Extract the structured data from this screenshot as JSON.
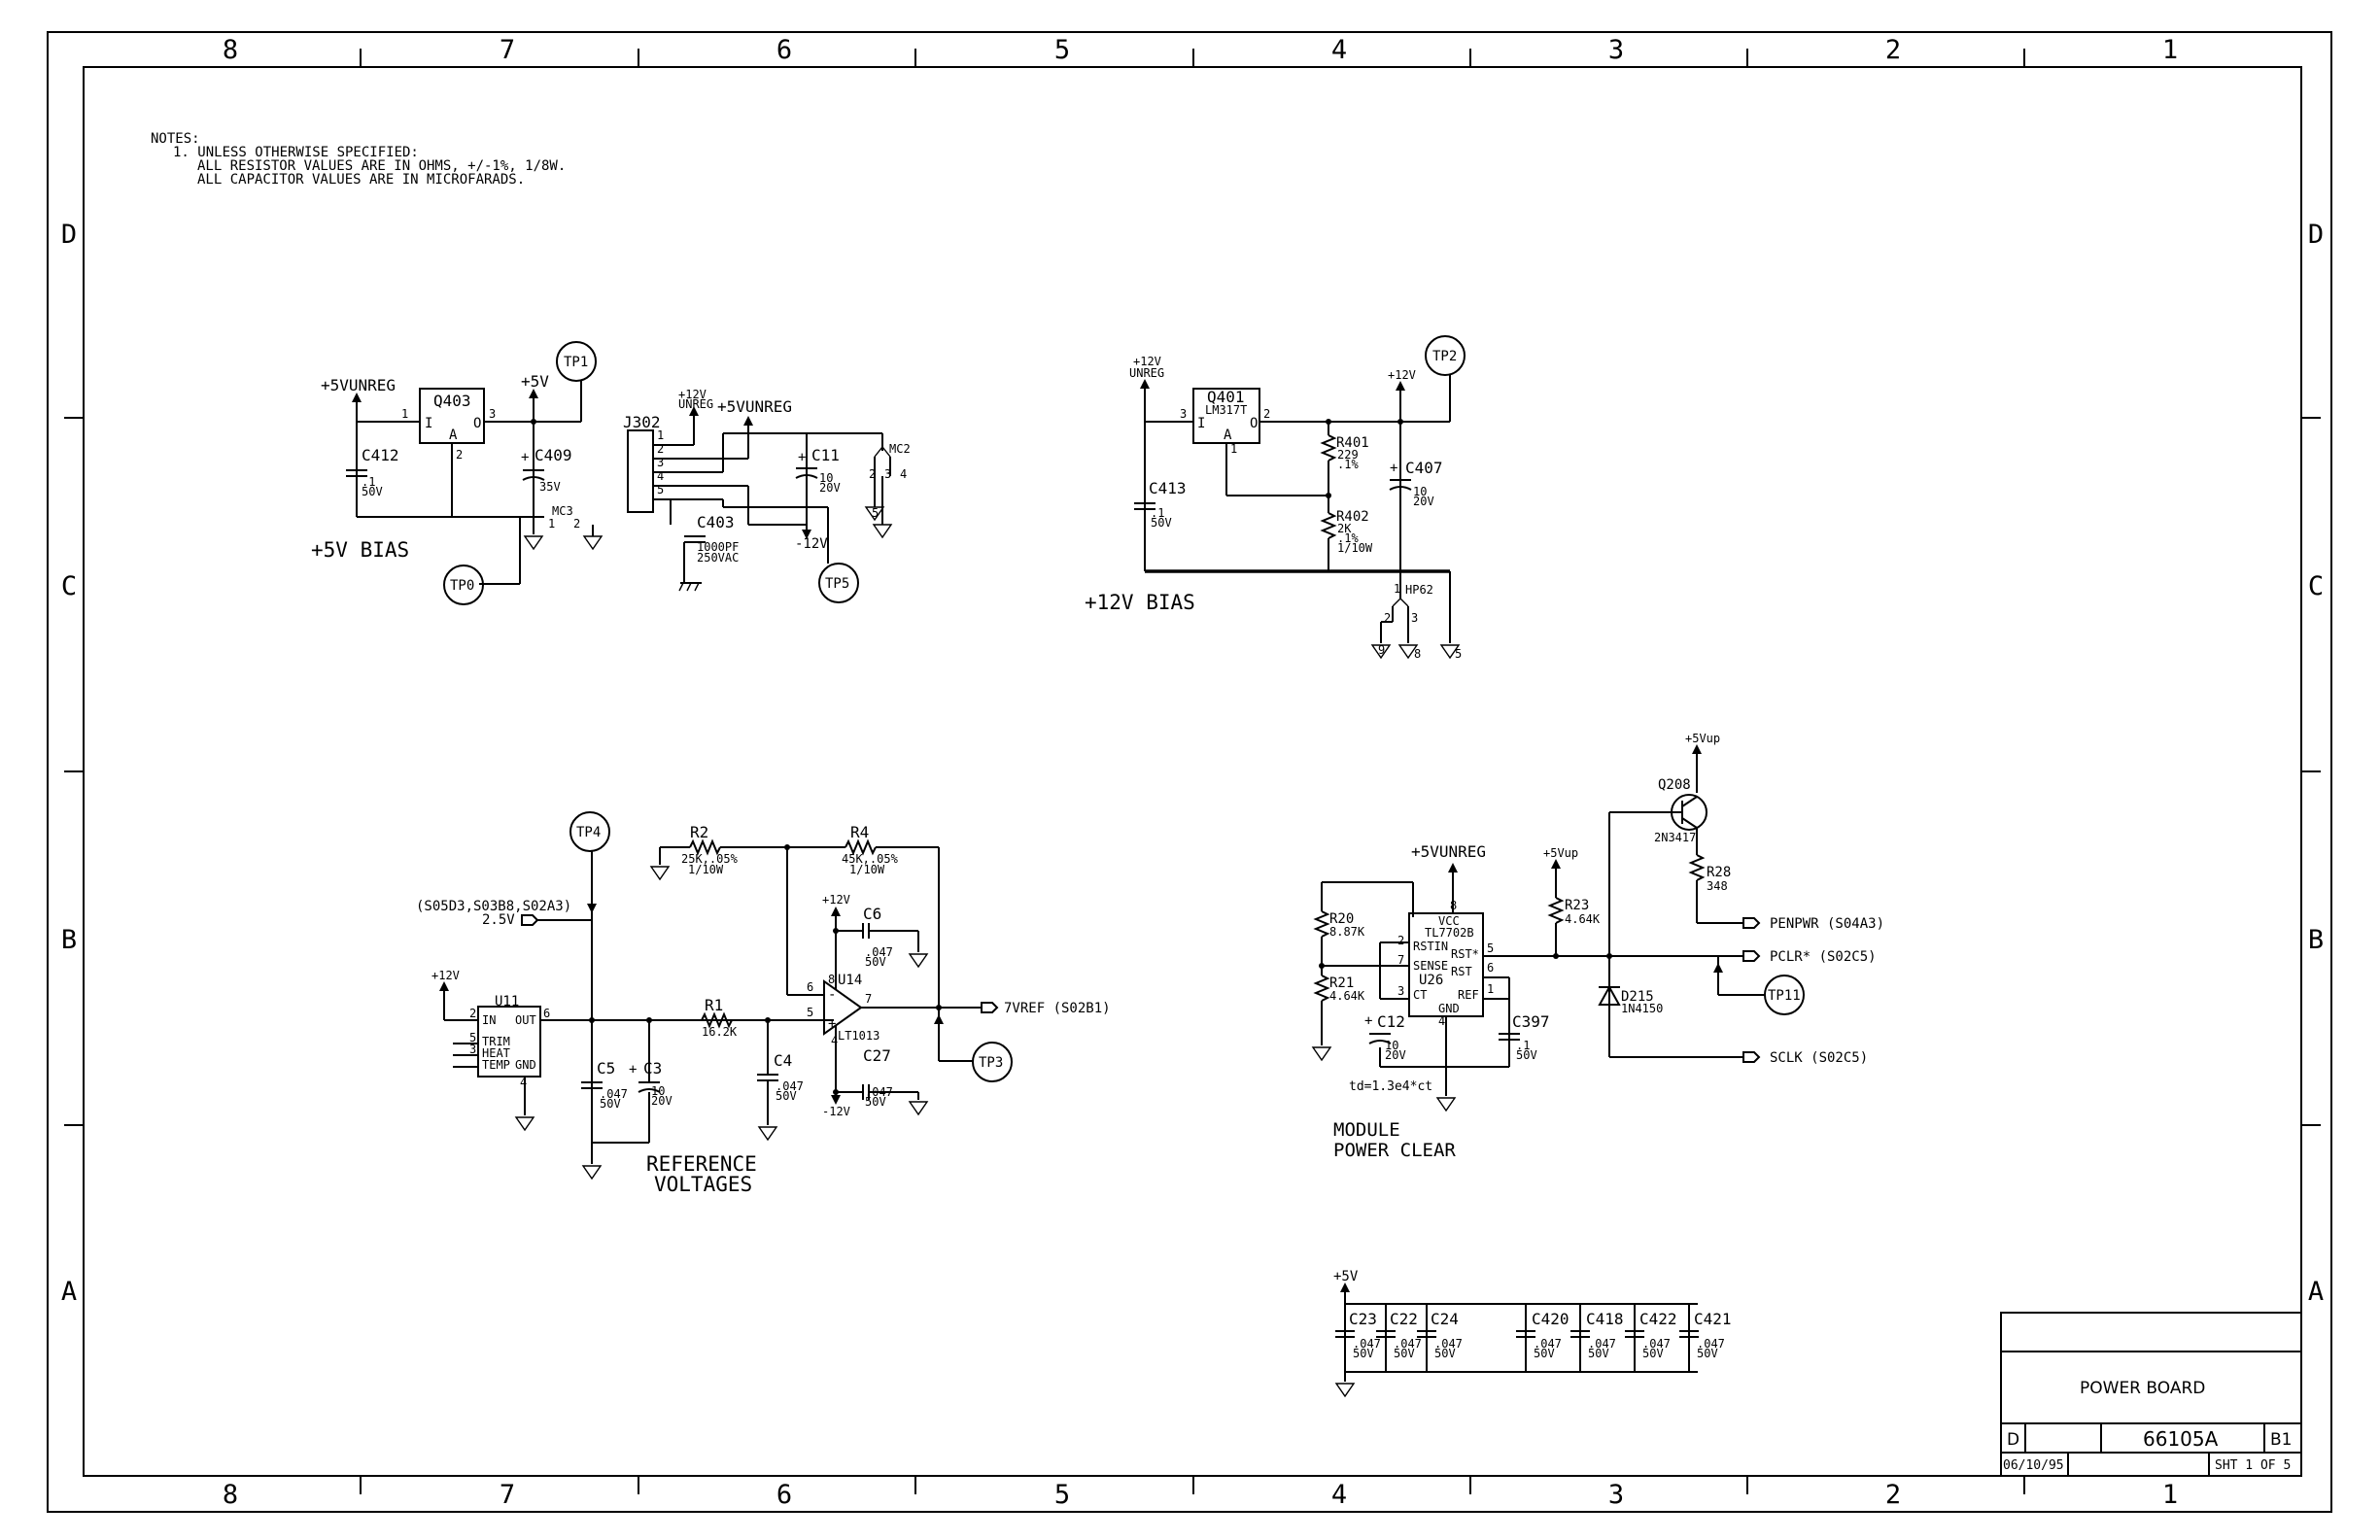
{
  "border": {
    "columns": [
      "8",
      "7",
      "6",
      "5",
      "4",
      "3",
      "2",
      "1"
    ],
    "rows": [
      "D",
      "C",
      "B",
      "A"
    ]
  },
  "notes": {
    "heading": "NOTES:",
    "line1": "1. UNLESS OTHERWISE SPECIFIED:",
    "line2": "ALL RESISTOR VALUES ARE IN OHMS, +/-1%, 1/8W.",
    "line3": "ALL CAPACITOR VALUES ARE IN MICROFARADS."
  },
  "bias5v": {
    "title": "+5V BIAS",
    "in_rail": "+5VUNREG",
    "out_rail": "+5V",
    "q403": "Q403",
    "q403_i": "I",
    "q403_o": "O",
    "q403_a": "A",
    "pin1": "1",
    "pin2": "2",
    "pin3": "3",
    "c412": "C412",
    "c412_val": ".1",
    "c412_v": "50V",
    "c409": "C409",
    "c409_v": "35V",
    "mc3": "MC3",
    "mc3_p1": "1",
    "mc3_p2": "2",
    "tp1": "TP1",
    "tp0": "TP0"
  },
  "j302": {
    "ref": "J302",
    "pins": [
      "1",
      "2",
      "3",
      "4",
      "5"
    ],
    "rail12": "+12V",
    "rail12b": "UNREG",
    "rail5": "+5VUNREG",
    "c11": "C11",
    "c11_val": "10",
    "c11_v": "20V",
    "mc2": "MC2",
    "mc2_pins": [
      "2",
      "3",
      "4"
    ],
    "mc2_g": "5",
    "c403": "C403",
    "c403_val": "1000PF",
    "c403_v": "250VAC",
    "neg12": "-12V",
    "tp5": "TP5"
  },
  "bias12v": {
    "title": "+12V BIAS",
    "in_rail": "+12V",
    "in_rail2": "UNREG",
    "out_rail": "+12V",
    "q401": "Q401",
    "q401_part": "LM317T",
    "q401_i": "I",
    "q401_o": "O",
    "q401_a": "A",
    "pin1": "1",
    "pin2": "2",
    "pin3": "3",
    "r401": "R401",
    "r401_val": "229",
    "r401_tol": ".1%",
    "r402": "R402",
    "r402_val": "2K",
    "r402_tol": ".1%",
    "r402_w": "1/10W",
    "c413": "C413",
    "c413_val": ".1",
    "c413_v": "50V",
    "c407": "C407",
    "c407_val": "10",
    "c407_v": "20V",
    "hp62": "HP62",
    "hp62_p1": "1",
    "hp62_p2": "2",
    "hp62_p3": "3",
    "g1": "9",
    "g2": "8",
    "g3": "5",
    "tp2": "TP2"
  },
  "refv": {
    "title1": "REFERENCE",
    "title2": "VOLTAGES",
    "tp4": "TP4",
    "tp3": "TP3",
    "net_in": "(S05D3,S03B8,S02A3)",
    "net_in_val": "2.5V",
    "rail12": "+12V",
    "u11": "U11",
    "u11_in": "IN",
    "u11_out": "OUT",
    "u11_trim": "TRIM",
    "u11_heat": "HEAT",
    "u11_temp": "TEMP",
    "u11_gnd": "GND",
    "u11_pins": [
      "2",
      "5",
      "3",
      "4",
      "6"
    ],
    "r2": "R2",
    "r2_val": "25K,.05%",
    "r2_w": "1/10W",
    "r4": "R4",
    "r4_val": "45K,.05%",
    "r4_w": "1/10W",
    "r1": "R1",
    "r1_val": "16.2K",
    "c5": "C5",
    "c5_val": ".047",
    "c5_v": "50V",
    "c3": "C3",
    "c3_val": "10",
    "c3_v": "20V",
    "c4": "C4",
    "c4_val": ".047",
    "c4_v": "50V",
    "c6": "C6",
    "c6_val": ".047",
    "c6_v": "50V",
    "c27": "C27",
    "c27_val": ".047",
    "c27_v": "50V",
    "u14": "U14",
    "u14_part": "LT1013",
    "op_rail_p": "+12V",
    "op_rail_n": "-12V",
    "op_pins": [
      "6",
      "5",
      "7",
      "8",
      "4"
    ],
    "vref": "7VREF (S02B1)"
  },
  "mpc": {
    "title1": "MODULE",
    "title2": "POWER CLEAR",
    "rail": "+5VUNREG",
    "rail_up": "+5Vup",
    "rail_up2": "+5Vup",
    "u26": "U26",
    "u26_part": "TL7702B",
    "u26_vcc": "VCC",
    "u26_rstin": "RSTIN",
    "u26_sense": "SENSE",
    "u26_ct": "CT",
    "u26_gnd": "GND",
    "u26_rst": "RST*",
    "u26_rst2": "RST",
    "u26_ref": "REF",
    "u26_pins": [
      "8",
      "2",
      "7",
      "3",
      "4",
      "5",
      "6",
      "1"
    ],
    "r20": "R20",
    "r20_val": "8.87K",
    "r21": "R21",
    "r21_val": "4.64K",
    "r23": "R23",
    "r23_val": "4.64K",
    "r28": "R28",
    "r28_val": "348",
    "c12": "C12",
    "c12_val": "10",
    "c12_v": "20V",
    "c397": "C397",
    "c397_val": ".1",
    "c397_v": "50V",
    "q208": "Q208",
    "q208_part": "2N3417",
    "d215": "D215",
    "d215_part": "1N4150",
    "formula": "td=1.3e4*ct",
    "penpwr": "PENPWR (S04A3)",
    "pclr": "PCLR* (S02C5)",
    "sclk": "SCLK (S02C5)",
    "tp11": "TP11"
  },
  "decoup": {
    "rail": "+5V",
    "caps": [
      {
        "ref": "C23",
        "val": ".047",
        "v": "50V"
      },
      {
        "ref": "C22",
        "val": ".047",
        "v": "50V"
      },
      {
        "ref": "C24",
        "val": ".047",
        "v": "50V"
      },
      {
        "ref": "C420",
        "val": ".047",
        "v": "50V"
      },
      {
        "ref": "C418",
        "val": ".047",
        "v": "50V"
      },
      {
        "ref": "C422",
        "val": ".047",
        "v": "50V"
      },
      {
        "ref": "C421",
        "val": ".047",
        "v": "50V"
      }
    ]
  },
  "titleblock": {
    "title": "POWER BOARD",
    "size": "D",
    "drawing_no": "66105A",
    "rev": "B1",
    "date": "06/10/95",
    "sheet": "SHT 1 OF 5"
  }
}
